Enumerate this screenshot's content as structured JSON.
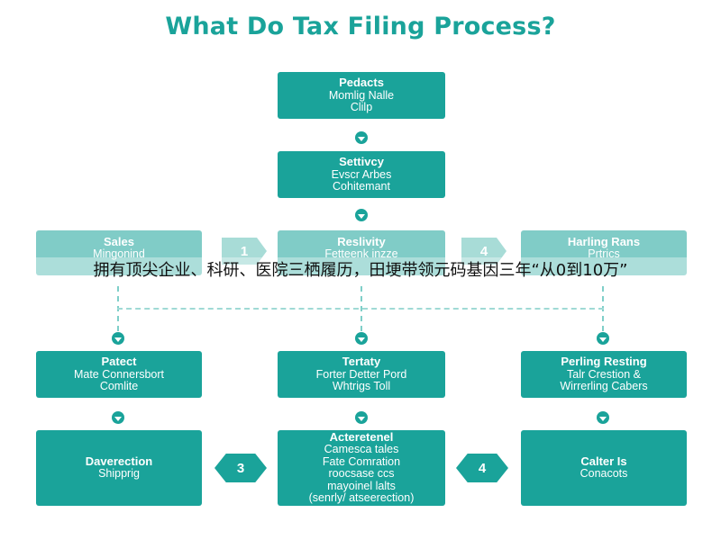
{
  "title": "What Do Tax Filing Process?",
  "row1": {
    "heading": "Pedacts",
    "lines": [
      "Momlig Nalle",
      "Clilp"
    ]
  },
  "row2": {
    "heading": "Settivcy",
    "lines": [
      "Evscr Arbes",
      "Cohitemant"
    ]
  },
  "row3": {
    "left": {
      "heading": "Sales",
      "lines": [
        "Mingonind"
      ]
    },
    "center": {
      "heading": "Reslivity",
      "lines": [
        "Fetteenk inzze"
      ]
    },
    "right": {
      "heading": "Harling Rans",
      "lines": [
        "Prtrics"
      ]
    },
    "arrow_left": "1",
    "arrow_right": "4"
  },
  "overlay_text": "拥有顶尖企业、科研、医院三栖履历，田埂带领元码基因三年“从0到10万”",
  "row4": {
    "left": {
      "heading": "Patect",
      "lines": [
        "Mate Connersbort",
        "Comlite"
      ]
    },
    "center": {
      "heading": "Tertaty",
      "lines": [
        "Forter Detter Pord",
        "Whtrigs Toll"
      ]
    },
    "right": {
      "heading": "Perling Resting",
      "lines": [
        "Talr Crestion &",
        "Wirrerling Cabers"
      ]
    }
  },
  "row5": {
    "left": {
      "heading": "Daverection",
      "lines": [
        "Shipprig"
      ]
    },
    "center": {
      "heading": "Acteretenel",
      "lines": [
        "Camesca tales",
        "Fate Comration",
        "roocsase ccs",
        "mayoinel lalts",
        "(senrly/ atseerection)"
      ]
    },
    "right": {
      "heading": "Calter Is",
      "lines": [
        "Conacots"
      ]
    },
    "hex_left": "3",
    "hex_right": "4"
  },
  "colors": {
    "teal": "#1aa39a",
    "light_teal": "#a8dcd7",
    "dashed": "#7fcfc9"
  }
}
